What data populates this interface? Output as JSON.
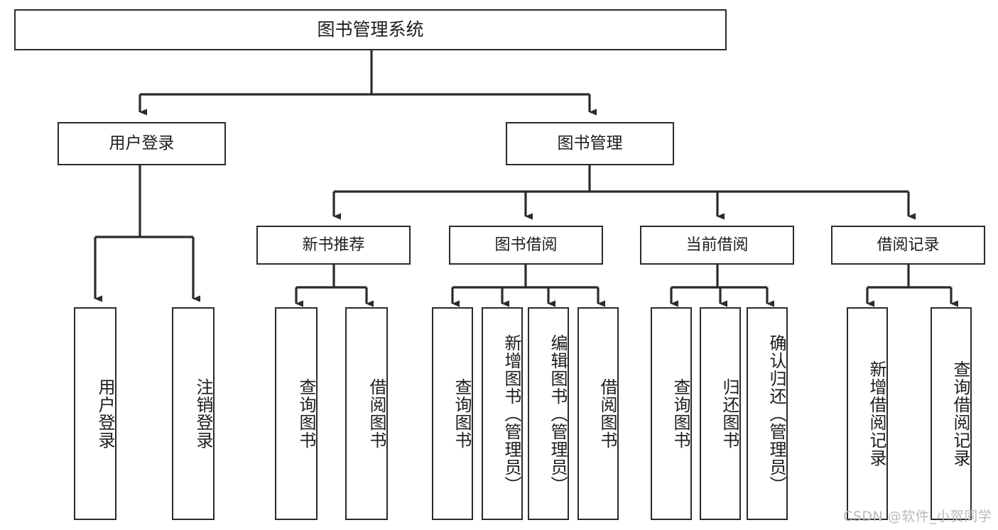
{
  "diagram": {
    "title": "图书管理系统",
    "type": "hierarchy-tree",
    "watermark": "CSDN @软件_小贺同学",
    "colors": {
      "stroke": "#2b2b2b",
      "text": "#1d1d1d",
      "background": "#ffffff",
      "watermark": "#b9b9b9"
    },
    "root": {
      "label": "图书管理系统"
    },
    "level2": [
      {
        "label": "用户登录"
      },
      {
        "label": "图书管理"
      }
    ],
    "level3": [
      {
        "label": "新书推荐"
      },
      {
        "label": "图书借阅"
      },
      {
        "label": "当前借阅"
      },
      {
        "label": "借阅记录"
      }
    ],
    "leaves": {
      "user_login": [
        {
          "label": "用户登录"
        },
        {
          "label": "注销登录"
        }
      ],
      "new_book_recommend": [
        {
          "label": "查询图书"
        },
        {
          "label": "借阅图书"
        }
      ],
      "book_borrow": [
        {
          "label": "查询图书"
        },
        {
          "label": "新增图书（管理员）"
        },
        {
          "label": "编辑图书（管理员）"
        },
        {
          "label": "借阅图书"
        }
      ],
      "current_borrow": [
        {
          "label": "查询图书"
        },
        {
          "label": "归还图书"
        },
        {
          "label": "确认归还（管理员）"
        }
      ],
      "borrow_record": [
        {
          "label": "新增借阅记录"
        },
        {
          "label": "查询借阅记录"
        }
      ]
    }
  }
}
